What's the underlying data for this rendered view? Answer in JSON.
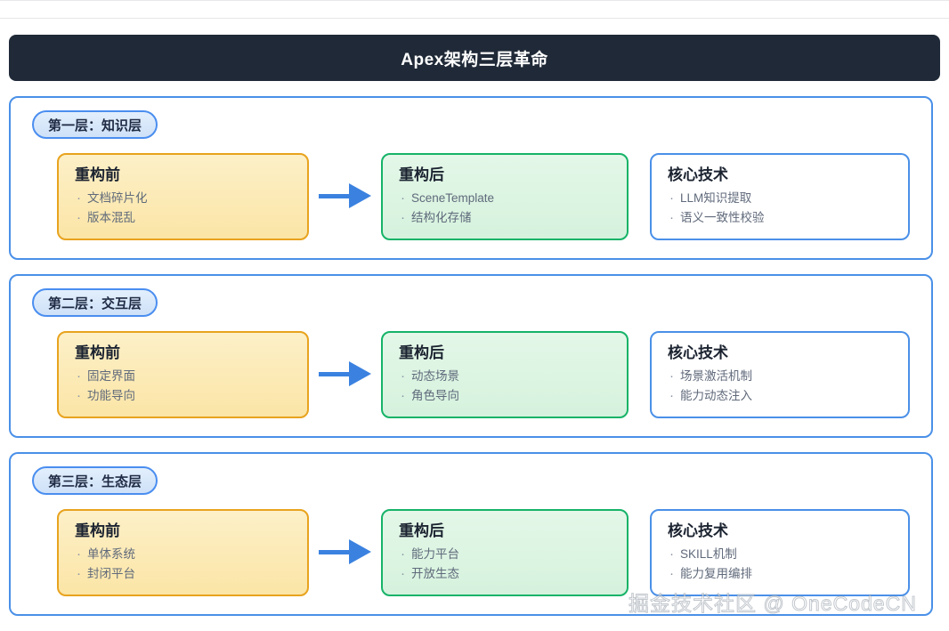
{
  "header": {
    "title": "Apex架构三层革命"
  },
  "layers": [
    {
      "badge": "第一层：知识层",
      "before": {
        "title": "重构前",
        "items": [
          "文档碎片化",
          "版本混乱"
        ]
      },
      "arrow": "arrow-right-icon",
      "after": {
        "title": "重构后",
        "items": [
          "SceneTemplate",
          "结构化存储"
        ]
      },
      "core": {
        "title": "核心技术",
        "items": [
          "LLM知识提取",
          "语义一致性校验"
        ]
      }
    },
    {
      "badge": "第二层：交互层",
      "before": {
        "title": "重构前",
        "items": [
          "固定界面",
          "功能导向"
        ]
      },
      "arrow": "arrow-right-icon",
      "after": {
        "title": "重构后",
        "items": [
          "动态场景",
          "角色导向"
        ]
      },
      "core": {
        "title": "核心技术",
        "items": [
          "场景激活机制",
          "能力动态注入"
        ]
      }
    },
    {
      "badge": "第三层：生态层",
      "before": {
        "title": "重构前",
        "items": [
          "单体系统",
          "封闭平台"
        ]
      },
      "arrow": "arrow-right-icon",
      "after": {
        "title": "重构后",
        "items": [
          "能力平台",
          "开放生态"
        ]
      },
      "core": {
        "title": "核心技术",
        "items": [
          "SKILL机制",
          "能力复用编排"
        ]
      }
    }
  ],
  "watermark": {
    "text": "掘金技术社区 @ OneCodeCN"
  },
  "colors": {
    "title_bar_bg": "#1f2937",
    "layer_border": "#4a90e8",
    "badge_bg": "#dbeafe",
    "badge_border": "#4a8ef0",
    "before_bg": "#fbe5a6",
    "before_border": "#e8a31e",
    "after_bg": "#d5f2dd",
    "after_border": "#16b368",
    "core_bg": "#ffffff",
    "core_border": "#4a90e8",
    "arrow": "#3b82e0",
    "body_text": "#606a7b"
  }
}
